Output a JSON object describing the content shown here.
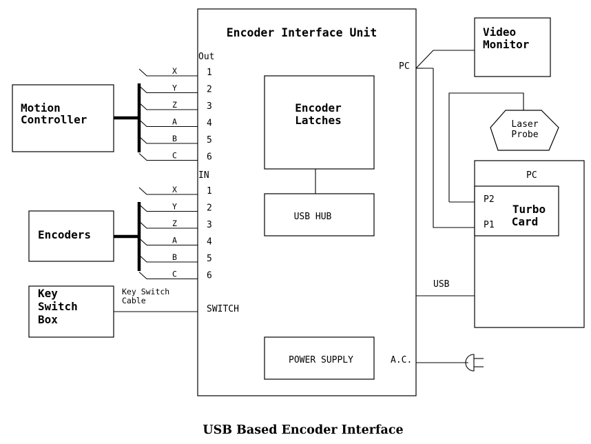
{
  "title": "USB Based Encoder Interface",
  "encoder_interface_unit": {
    "title": "Encoder Interface Unit",
    "out_label": "Out",
    "in_label": "IN",
    "pc_label": "PC",
    "usb_label": "USB",
    "ac_label": "A.C.",
    "switch_label": "SWITCH",
    "latches_line1": "Encoder",
    "latches_line2": "Latches",
    "usb_hub": "USB HUB",
    "power_supply": "POWER SUPPLY"
  },
  "axes": [
    "X",
    "Y",
    "Z",
    "A",
    "B",
    "C"
  ],
  "channels": [
    "1",
    "2",
    "3",
    "4",
    "5",
    "6"
  ],
  "motion_controller": {
    "line1": "Motion",
    "line2": "Controller"
  },
  "encoders": "Encoders",
  "key_switch_box": {
    "line1": "Key",
    "line2": "Switch",
    "line3": "Box"
  },
  "key_switch_cable": {
    "line1": "Key Switch",
    "line2": "Cable"
  },
  "video_monitor": {
    "line1": "Video",
    "line2": "Monitor"
  },
  "laser_probe": {
    "line1": "Laser",
    "line2": "Probe"
  },
  "pc": {
    "label": "PC",
    "turbo_line1": "Turbo",
    "turbo_line2": "Card",
    "p1": "P1",
    "p2": "P2"
  }
}
